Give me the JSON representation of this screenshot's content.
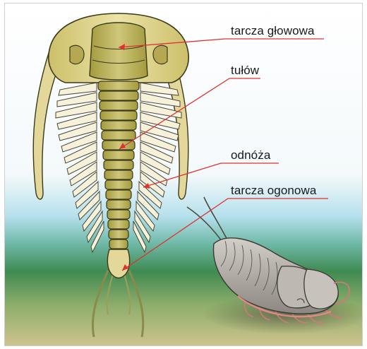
{
  "labels": {
    "head_shield": "tarcza głowowa",
    "thorax": "tułów",
    "legs": "odnóża",
    "tail_shield": "tarcza ogonowa"
  },
  "colors": {
    "pointer_line": "#e03030",
    "sky_top": "#ffffff",
    "sky_mid": "#9fd6e6",
    "ground_green": "#3f8a52",
    "ground_sand": "#c8c48a",
    "shell_yellow": "#d9cf8c",
    "axis_olive": "#b9b25a",
    "leg_cream": "#f5f0d8",
    "side_trilobite_grey": "#a8a49e"
  },
  "icons": [
    "trilobite-dorsal-illustration",
    "trilobite-side-illustration"
  ]
}
